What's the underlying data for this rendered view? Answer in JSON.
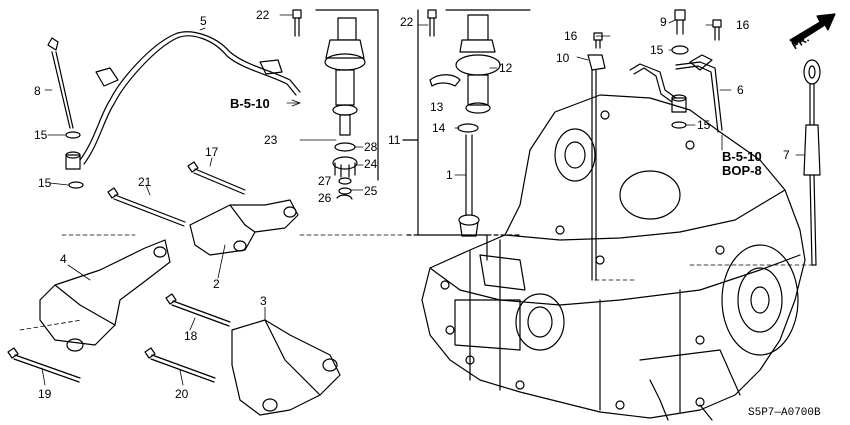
{
  "diagram": {
    "part_numbers": [
      "1",
      "2",
      "3",
      "4",
      "5",
      "6",
      "7",
      "8",
      "9",
      "10",
      "11",
      "12",
      "13",
      "14",
      "15",
      "16",
      "17",
      "18",
      "19",
      "20",
      "21",
      "22",
      "23",
      "24",
      "25",
      "26",
      "27",
      "28"
    ],
    "callouts": {
      "p1": "1",
      "p2": "2",
      "p3": "3",
      "p4": "4",
      "p5": "5",
      "p6": "6",
      "p7": "7",
      "p8": "8",
      "p9": "9",
      "p10": "10",
      "p11": "11",
      "p12": "12",
      "p13": "13",
      "p14": "14",
      "p15a": "15",
      "p15b": "15",
      "p15c": "15",
      "p15d": "15",
      "p16a": "16",
      "p16b": "16",
      "p17": "17",
      "p18": "18",
      "p19": "19",
      "p20": "20",
      "p21": "21",
      "p22a": "22",
      "p22b": "22",
      "p23": "23",
      "p24": "24",
      "p25": "25",
      "p26": "26",
      "p27": "27",
      "p28": "28"
    },
    "references": {
      "ref_left": "B-5-10",
      "ref_right": "B-5-10",
      "ref_bop": "BOP-8"
    },
    "direction_badge": "FR.",
    "drawing_code": "S5P7—A0700B"
  }
}
